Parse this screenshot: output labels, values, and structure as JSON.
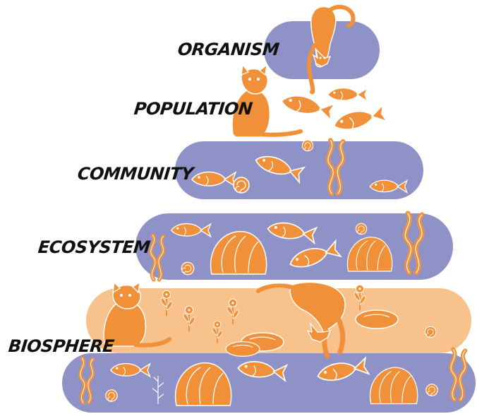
{
  "levels": {
    "organism": "ORGANISM",
    "population": "POPULATION",
    "community": "COMMUNITY",
    "ecosystem": "ECOSYSTEM",
    "biosphere": "BIOSPHERE"
  },
  "colors": {
    "band_purple": "#8f92c6",
    "band_peach": "#f8c28c",
    "animal_orange": "#f0913a",
    "outline_white": "#ffffff",
    "label_text": "#111111"
  },
  "icons": [
    "cat-icon",
    "fish-icon",
    "seaweed-icon",
    "rock-icon",
    "shell-icon",
    "plant-icon",
    "stone-icon"
  ]
}
